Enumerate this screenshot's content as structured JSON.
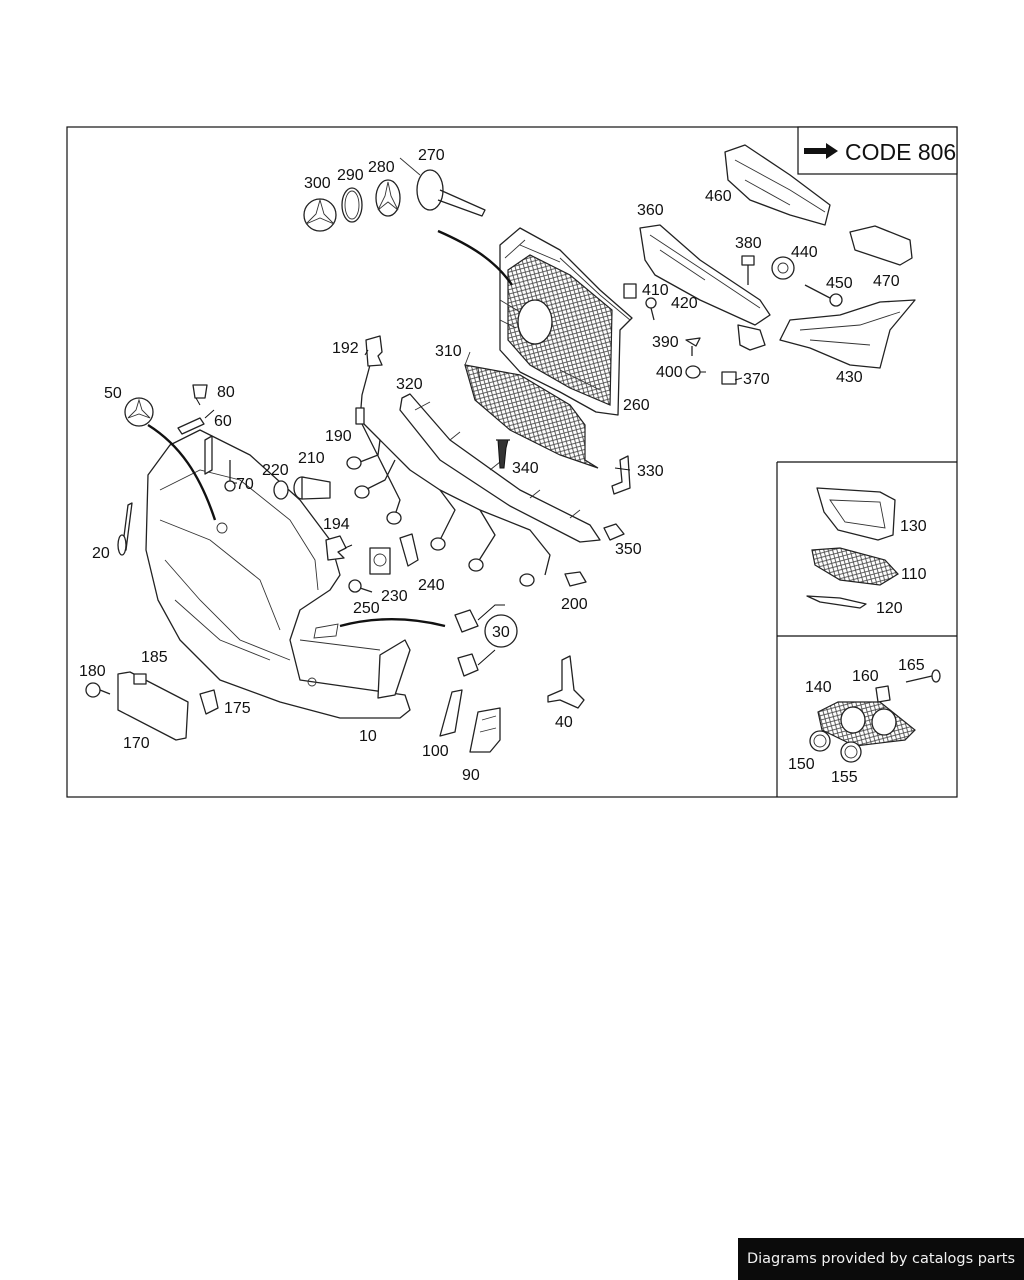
{
  "code_box": {
    "text": "CODE 806"
  },
  "labels": {
    "l10": "10",
    "l20": "20",
    "l30": "30",
    "l40": "40",
    "l50": "50",
    "l60": "60",
    "l70": "70",
    "l80": "80",
    "l90": "90",
    "l100": "100",
    "l110": "110",
    "l120": "120",
    "l130": "130",
    "l140": "140",
    "l150": "150",
    "l155": "155",
    "l160": "160",
    "l165": "165",
    "l170": "170",
    "l175": "175",
    "l180": "180",
    "l185": "185",
    "l190": "190",
    "l192": "192",
    "l194": "194",
    "l200": "200",
    "l210": "210",
    "l220": "220",
    "l230": "230",
    "l240": "240",
    "l250": "250",
    "l260": "260",
    "l270": "270",
    "l280": "280",
    "l290": "290",
    "l300": "300",
    "l310": "310",
    "l320": "320",
    "l330": "330",
    "l340": "340",
    "l350": "350",
    "l360": "360",
    "l370": "370",
    "l380": "380",
    "l390": "390",
    "l400": "400",
    "l410": "410",
    "l420": "420",
    "l430": "430",
    "l440": "440",
    "l450": "450",
    "l460": "460",
    "l470": "470"
  },
  "credit": "Diagrams provided by catalogs parts",
  "colors": {
    "ink": "#111111",
    "background": "#ffffff",
    "credit_bg": "#0b0b0b"
  }
}
